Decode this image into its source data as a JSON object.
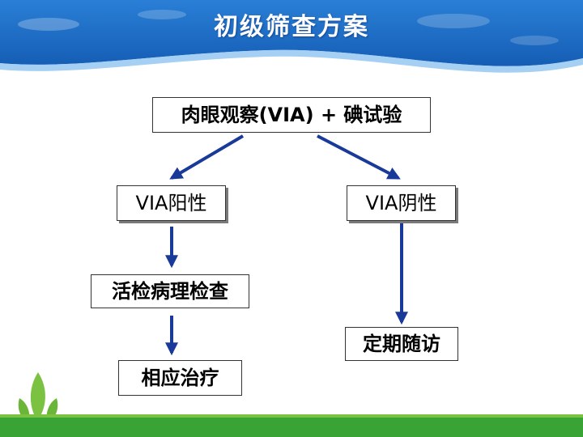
{
  "slide": {
    "title": "初级筛查方案"
  },
  "nodes": {
    "top": "肉眼观察(VIA) + 碘试验",
    "via_positive": "VIA阳性",
    "via_negative": "VIA阴性",
    "biopsy": "活检病理检查",
    "follow_up": "定期随访",
    "treatment": "相应治疗"
  },
  "colors": {
    "header_blue": "#1f6fc8",
    "footer_green": "#3aa335",
    "arrow": "#1a3a9a"
  }
}
